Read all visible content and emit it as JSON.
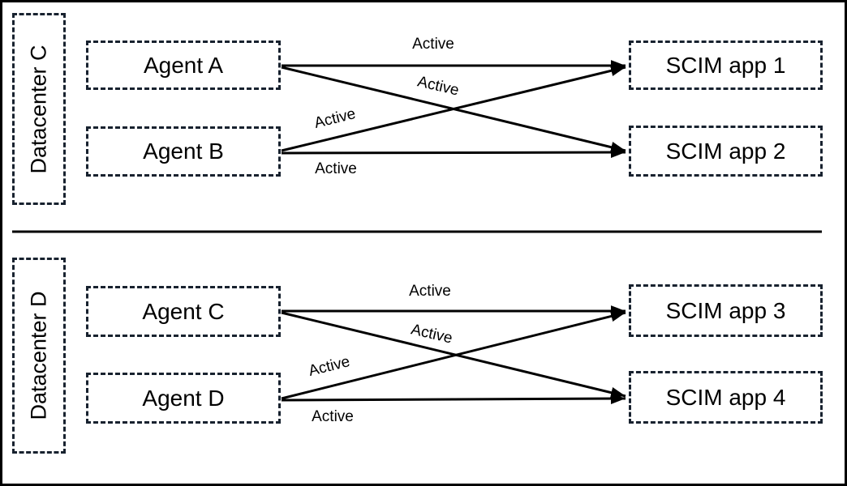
{
  "sections": [
    {
      "datacenter": "Datacenter C",
      "agents": [
        "Agent A",
        "Agent B"
      ],
      "apps": [
        "SCIM app 1",
        "SCIM app 2"
      ],
      "connections": [
        {
          "from": "Agent A",
          "to": "SCIM app 1",
          "status": "Active"
        },
        {
          "from": "Agent A",
          "to": "SCIM app 2",
          "status": "Active"
        },
        {
          "from": "Agent B",
          "to": "SCIM app 1",
          "status": "Active"
        },
        {
          "from": "Agent B",
          "to": "SCIM app 2",
          "status": "Active"
        }
      ]
    },
    {
      "datacenter": "Datacenter D",
      "agents": [
        "Agent C",
        "Agent D"
      ],
      "apps": [
        "SCIM app 3",
        "SCIM app 4"
      ],
      "connections": [
        {
          "from": "Agent C",
          "to": "SCIM app 3",
          "status": "Active"
        },
        {
          "from": "Agent C",
          "to": "SCIM app 4",
          "status": "Active"
        },
        {
          "from": "Agent D",
          "to": "SCIM app 3",
          "status": "Active"
        },
        {
          "from": "Agent D",
          "to": "SCIM app 4",
          "status": "Active"
        }
      ]
    }
  ],
  "colors": {
    "line": "#000000",
    "dashed_border": "#18222f",
    "background": "#ffffff"
  }
}
